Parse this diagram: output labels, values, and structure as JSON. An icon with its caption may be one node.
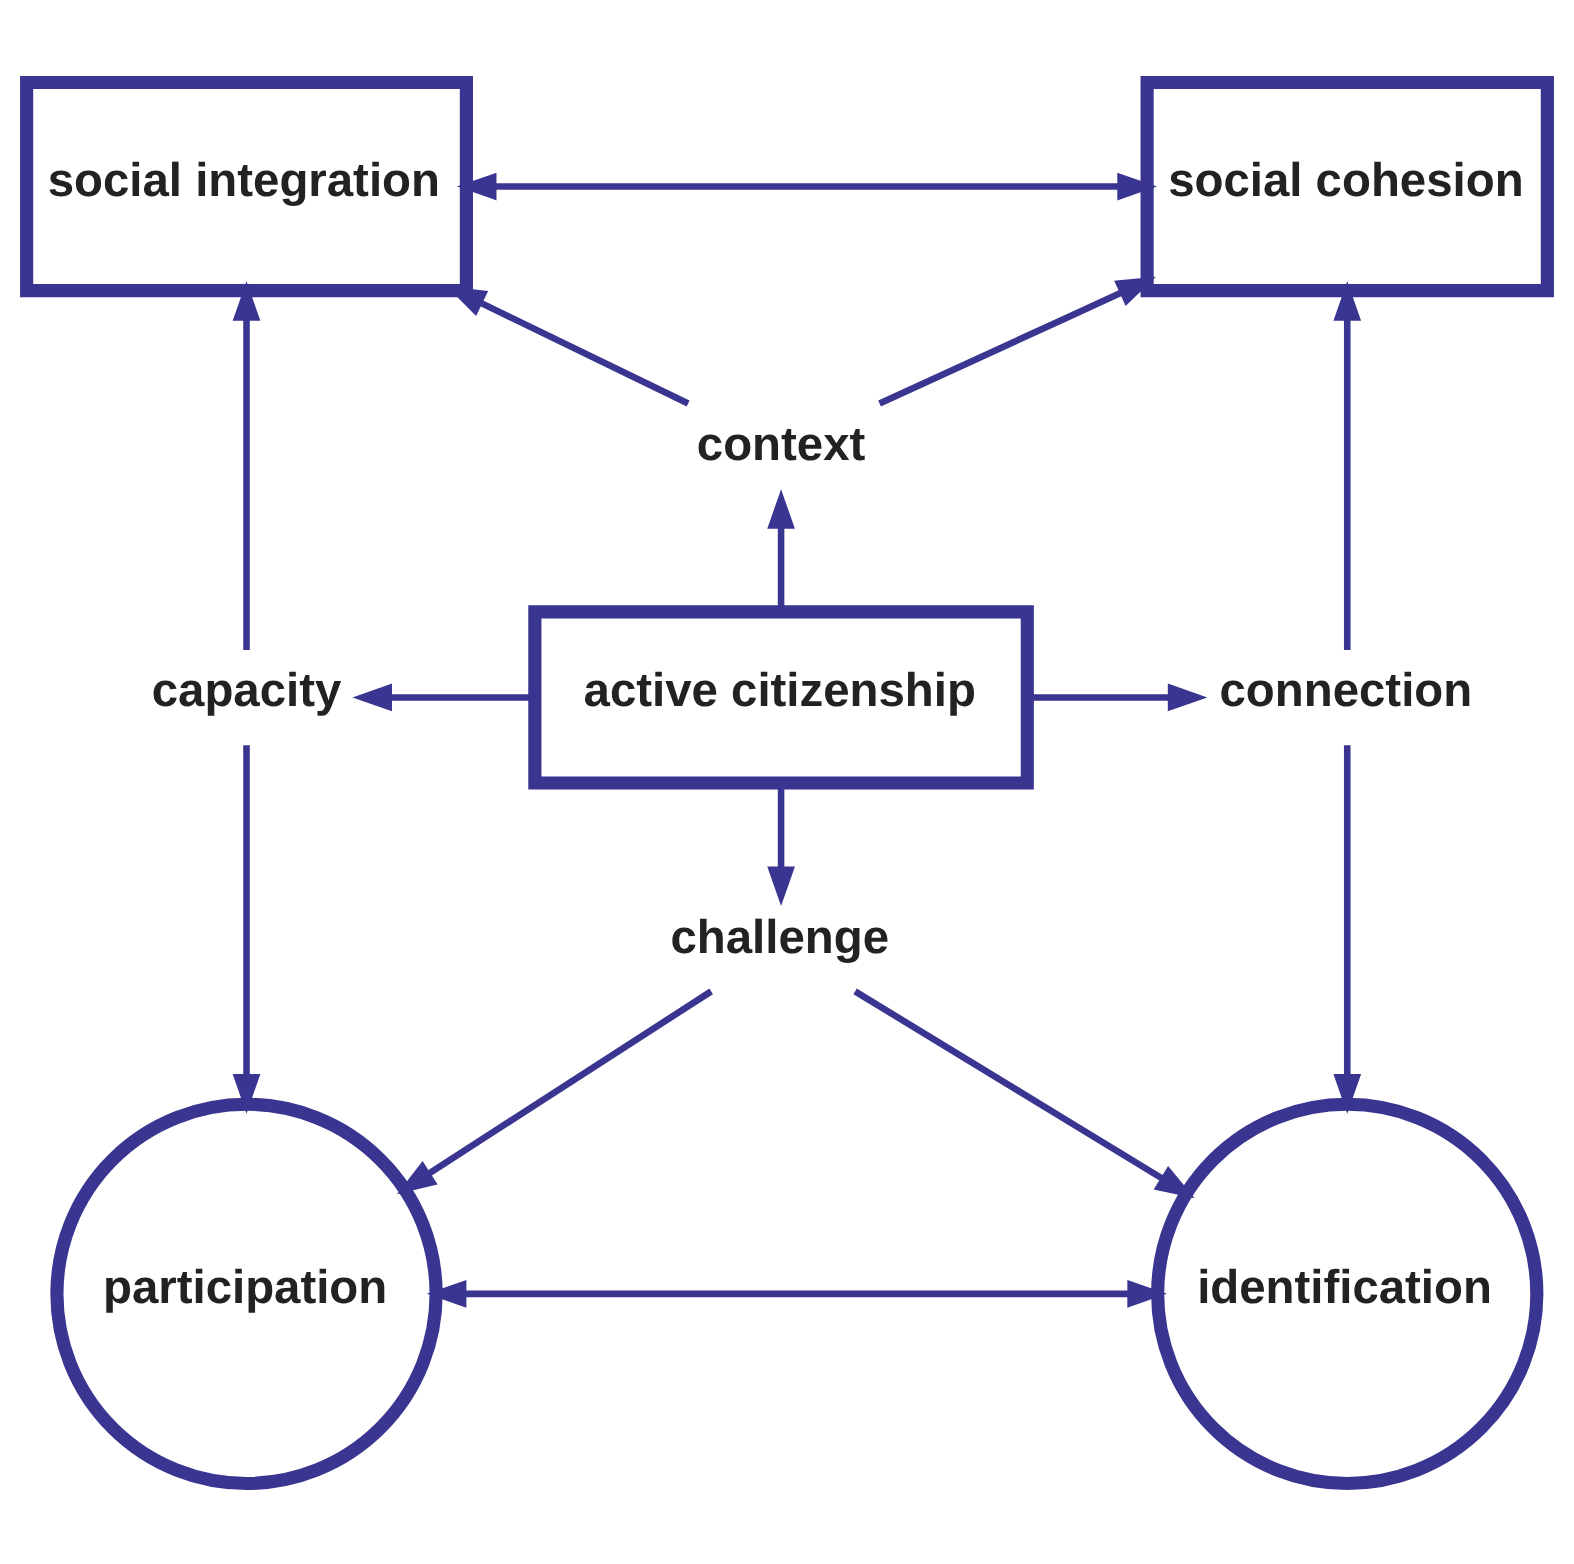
{
  "diagram": {
    "nodes": [
      {
        "text": [
          "social integration"
        ]
      },
      {
        "text": [
          "social cohesion"
        ]
      },
      {
        "text": [
          "context"
        ]
      },
      {
        "text": [
          "capacity"
        ]
      },
      {
        "text": [
          "active citizenship"
        ]
      },
      {
        "text": [
          "connection"
        ]
      },
      {
        "text": [
          "challenge"
        ]
      },
      {
        "text": [
          "participation"
        ]
      },
      {
        "text": [
          "identification"
        ]
      }
    ],
    "edges": [
      {
        "from": 0,
        "to": 1,
        "arrow": "both"
      },
      {
        "from": 2,
        "to": 0,
        "arrow": "to"
      },
      {
        "from": 2,
        "to": 1,
        "arrow": "to"
      },
      {
        "from": 4,
        "to": 2,
        "arrow": "to"
      },
      {
        "from": 4,
        "to": 3,
        "arrow": "to"
      },
      {
        "from": 4,
        "to": 5,
        "arrow": "to"
      },
      {
        "from": 4,
        "to": 6,
        "arrow": "to"
      },
      {
        "from": 3,
        "to": 0,
        "arrow": "to"
      },
      {
        "from": 3,
        "to": 7,
        "arrow": "to"
      },
      {
        "from": 5,
        "to": 1,
        "arrow": "to"
      },
      {
        "from": 5,
        "to": 8,
        "arrow": "to"
      },
      {
        "from": 6,
        "to": 7,
        "arrow": "to"
      },
      {
        "from": 6,
        "to": 8,
        "arrow": "to"
      },
      {
        "from": 7,
        "to": 8,
        "arrow": "both"
      }
    ]
  }
}
